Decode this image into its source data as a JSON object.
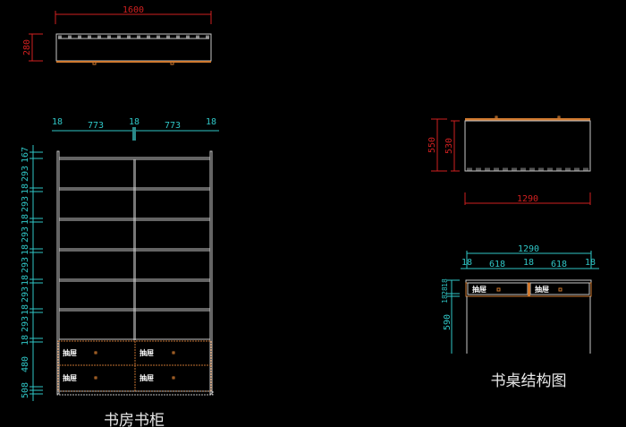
{
  "bookcase": {
    "title": "书房书柜",
    "plan": {
      "width": "1600",
      "depth": "280"
    },
    "front_widths": [
      "18",
      "773",
      "18",
      "773",
      "18"
    ],
    "front_heights": [
      "167",
      "293",
      "18",
      "293",
      "18",
      "293",
      "18",
      "293",
      "18",
      "293",
      "18",
      "293",
      "18",
      "480",
      "508"
    ],
    "drawer_label": "抽屉"
  },
  "desk": {
    "title": "书桌结构图",
    "plan": {
      "width": "1290",
      "depth_outer": "550",
      "depth_inner": "530"
    },
    "front_total": "1290",
    "front_widths": [
      "18",
      "618",
      "18",
      "618",
      "18"
    ],
    "front_heights": [
      "18",
      "28",
      "18",
      "590"
    ],
    "drawer_label": "抽屉"
  },
  "colors": {
    "background": "#000000",
    "dimension_cyan": "#2fc6c6",
    "dimension_red": "#d02020",
    "wood": "#d07a30"
  }
}
